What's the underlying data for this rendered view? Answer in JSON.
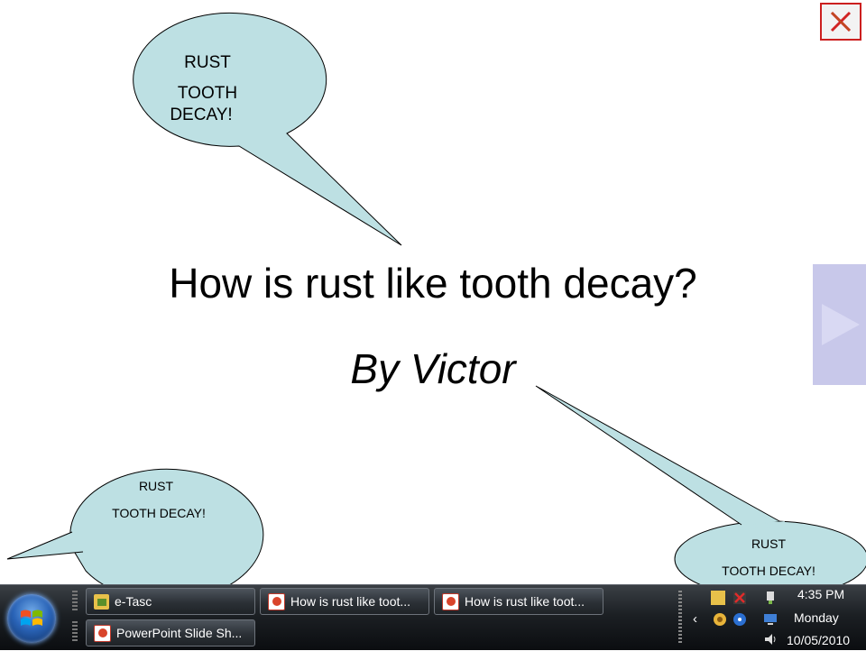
{
  "slide": {
    "title": "How is rust like tooth decay?",
    "subtitle": "By Victor",
    "bubble_top": {
      "line1": "RUST",
      "line2": "TOOTH",
      "line3": "DECAY!"
    },
    "bubble_bottom_left": {
      "line1": "RUST",
      "line2": "TOOTH DECAY!"
    },
    "bubble_bottom_right": {
      "line1": "RUST",
      "line2": "TOOTH DECAY!"
    },
    "bubble_fill": "#bde0e3"
  },
  "controls": {
    "close_icon": "close-x-icon",
    "next_icon": "play-triangle-icon"
  },
  "taskbar": {
    "buttons": [
      {
        "label": "e-Tasc",
        "icon": "folder-icon"
      },
      {
        "label": "How is rust like toot...",
        "icon": "powerpoint-icon"
      },
      {
        "label": "How is rust like toot...",
        "icon": "powerpoint-icon"
      },
      {
        "label": "PowerPoint Slide Sh...",
        "icon": "powerpoint-icon"
      }
    ],
    "clock": {
      "time": "4:35 PM",
      "day": "Monday",
      "date": "10/05/2010"
    }
  }
}
